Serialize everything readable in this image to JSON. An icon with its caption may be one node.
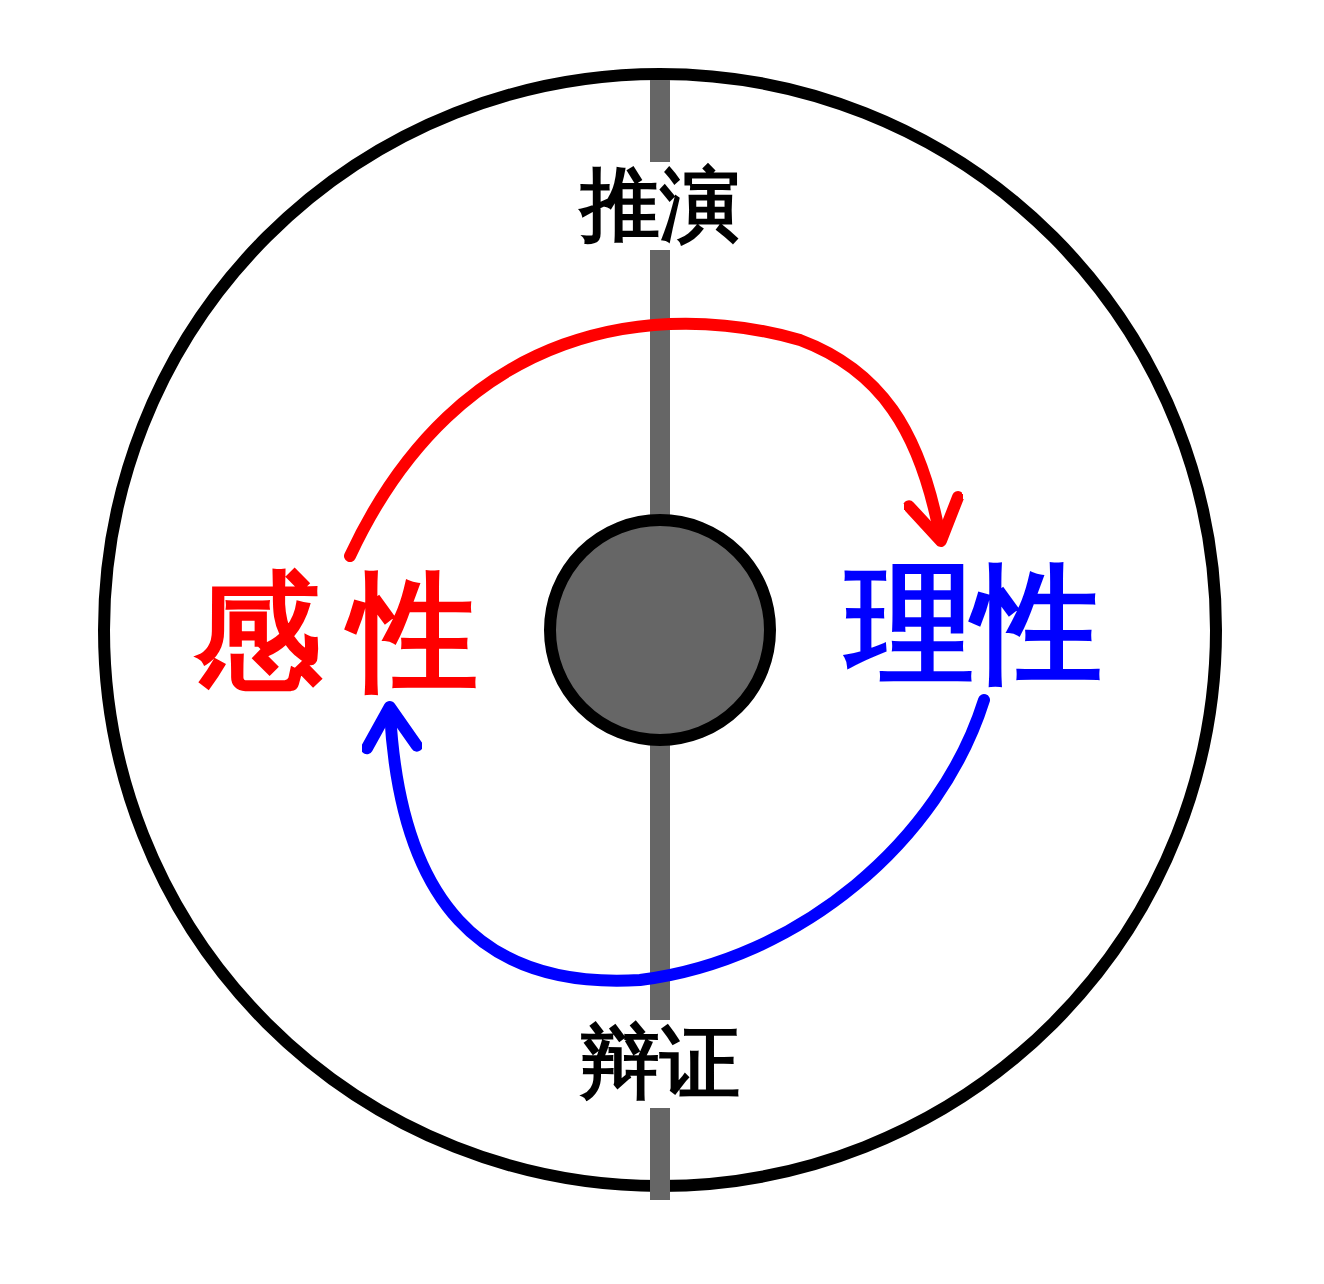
{
  "diagram": {
    "nodes": [
      {
        "text": [
          "感性"
        ]
      },
      {
        "text": [
          "理性"
        ]
      }
    ],
    "edges": [
      {
        "from": 0,
        "to": 1,
        "arrow": "to",
        "label": "推演",
        "color": "#ff0000"
      },
      {
        "from": 1,
        "to": 0,
        "arrow": "to",
        "label": "辩证",
        "color": "#0000ff"
      }
    ]
  }
}
